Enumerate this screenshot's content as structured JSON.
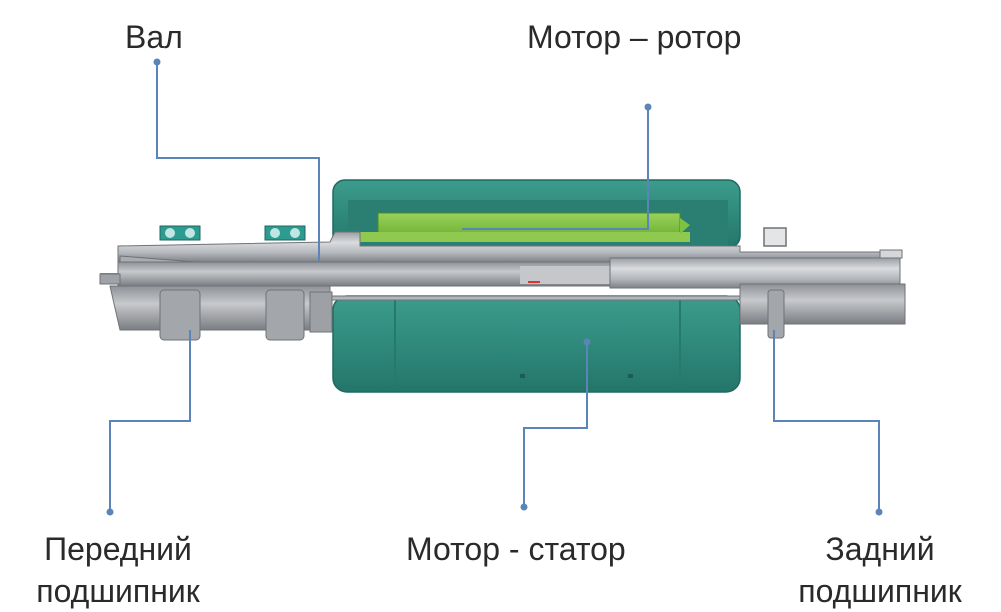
{
  "labels": {
    "shaft": "Вал",
    "motor_rotor": "Мотор – ротор",
    "front_bearing_line1": "Передний",
    "front_bearing_line2": "подшипник",
    "motor_stator": "Мотор - статор",
    "rear_bearing_line1": "Задний",
    "rear_bearing_line2": "подшипник"
  },
  "colors": {
    "leader_line": "#5b84b8",
    "stator": "#2f8a7c",
    "stator_dark": "#1f6a60",
    "rotor": "#7fc241",
    "shaft": "#b9bcc0",
    "shaft_dark": "#8d9095",
    "bearing": "#2a8f86"
  }
}
